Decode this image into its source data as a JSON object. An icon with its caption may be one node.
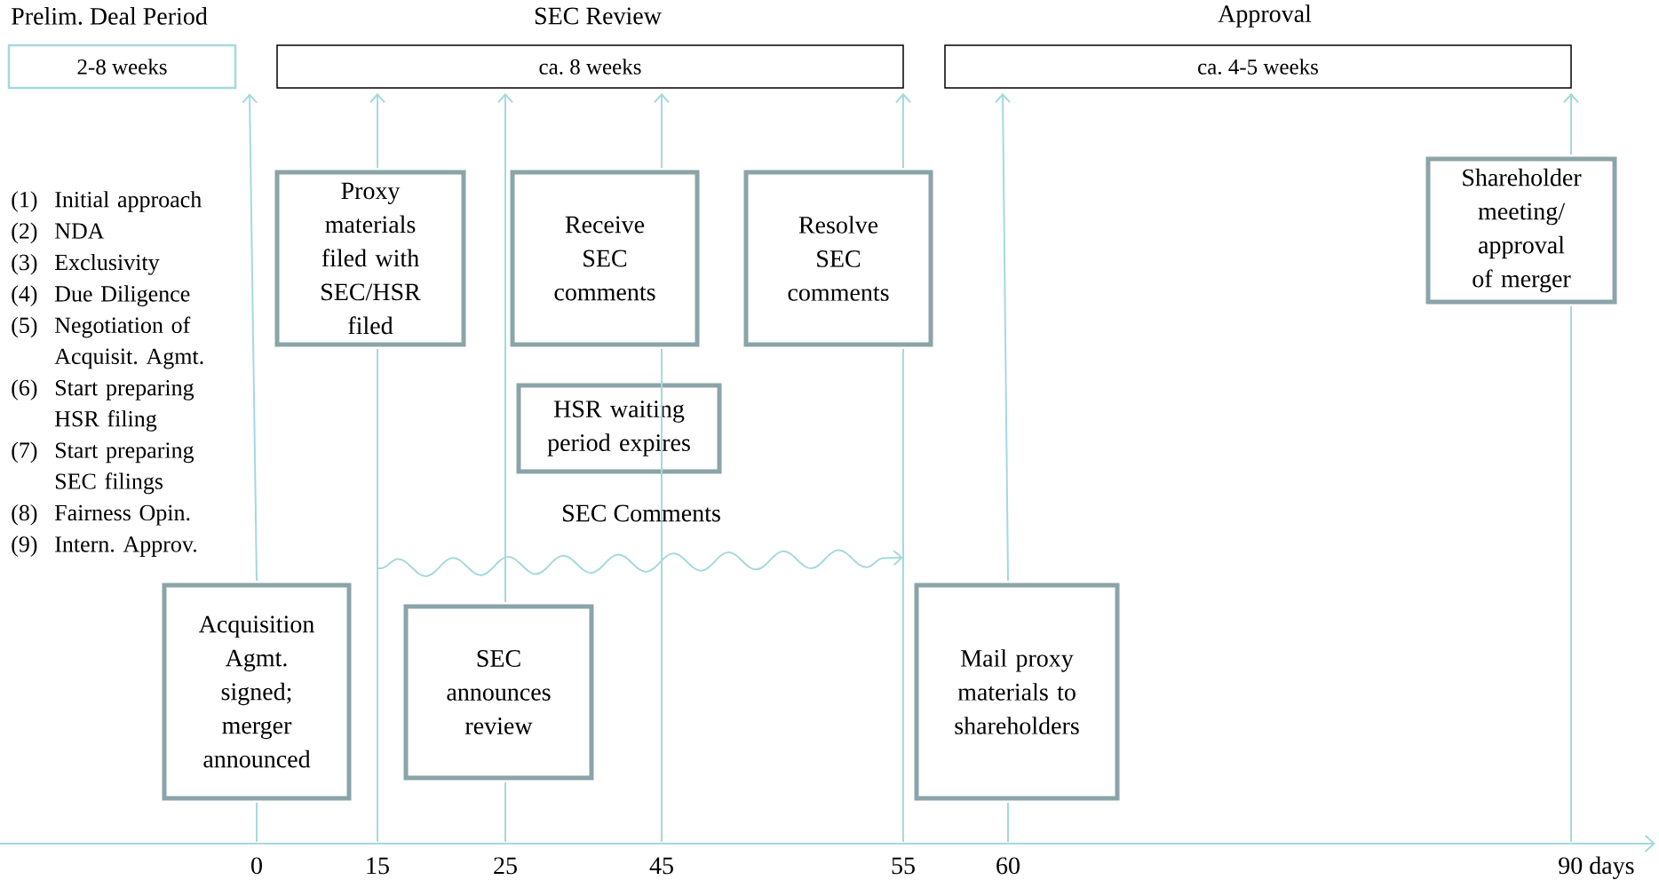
{
  "diagram": {
    "nodes": [
      {
        "text": [
          "Prelim. Deal Period",
          "2-8 weeks"
        ]
      },
      {
        "text": [
          "SEC Review",
          "ca. 8 weeks"
        ]
      },
      {
        "text": [
          "Approval",
          "ca. 4-5 weeks"
        ]
      },
      {
        "text": [
          "Proxy materials filed with SEC/HSR filed"
        ]
      },
      {
        "text": [
          "Receive SEC comments"
        ]
      },
      {
        "text": [
          "Resolve SEC comments"
        ]
      },
      {
        "text": [
          "Shareholder meeting/ approval of merger"
        ]
      },
      {
        "text": [
          "HSR waiting period expires"
        ]
      },
      {
        "text": [
          "Acquisition Agmt. signed; merger announced"
        ]
      },
      {
        "text": [
          "SEC announces review"
        ]
      },
      {
        "text": [
          "Mail proxy materials to shareholders"
        ]
      }
    ],
    "edges": [
      {
        "from": 8,
        "to": 0,
        "arrow": "to"
      },
      {
        "from": 3,
        "to": 1,
        "arrow": "to"
      },
      {
        "from": 9,
        "to": 1,
        "arrow": "to"
      },
      {
        "from": 4,
        "to": 1,
        "arrow": "to"
      },
      {
        "from": 5,
        "to": 1,
        "arrow": "to"
      },
      {
        "from": 10,
        "to": 2,
        "arrow": "to"
      },
      {
        "from": 6,
        "to": 2,
        "arrow": "to"
      },
      {
        "from": 8,
        "to": null,
        "arrow": "none"
      },
      {
        "from": 3,
        "to": null,
        "arrow": "none"
      },
      {
        "from": 9,
        "to": null,
        "arrow": "none"
      },
      {
        "from": 4,
        "to": null,
        "arrow": "none"
      },
      {
        "from": 5,
        "to": null,
        "arrow": "none"
      },
      {
        "from": 10,
        "to": null,
        "arrow": "none"
      },
      {
        "from": 6,
        "to": null,
        "arrow": "none"
      }
    ],
    "labels": [
      "(1)",
      "Initial approach",
      "(2)",
      "NDA",
      "(3)",
      "Exclusivity",
      "(4)",
      "Due Diligence",
      "(5)",
      "Negotiation of Acquisit. Agmt.",
      "(6)",
      "Start preparing HSR filing",
      "(7)",
      "Start preparing SEC filings",
      "(8)",
      "Fairness Opin.",
      "(9)",
      "Intern. Approv.",
      "SEC Comments",
      "0",
      "15",
      "25",
      "45",
      "55",
      "60",
      "90 days"
    ]
  }
}
